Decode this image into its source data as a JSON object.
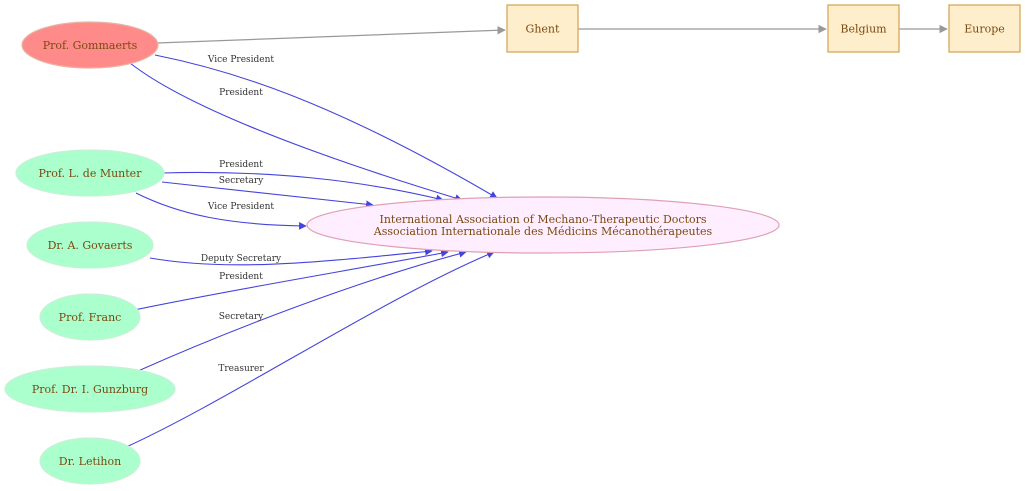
{
  "colors": {
    "person_highlight_fill": "#ff8a8a",
    "person_highlight_stroke": "#e8b4a0",
    "person_fill": "#aaffcc",
    "person_stroke": "#c8f0d8",
    "org_fill": "#ffeeff",
    "org_stroke": "#e0a0b0",
    "place_fill": "#ffeecc",
    "place_stroke": "#d4a050",
    "label_text": "#7a4a10",
    "role_edge": "#4444dd",
    "place_edge": "#999999"
  },
  "nodes": {
    "gommaerts": {
      "label": "Prof. Gommaerts",
      "kind": "highlight"
    },
    "munter": {
      "label": "Prof. L. de Munter",
      "kind": "person"
    },
    "govaerts": {
      "label": "Dr. A. Govaerts",
      "kind": "person"
    },
    "franc": {
      "label": "Prof. Franc",
      "kind": "person"
    },
    "gunzburg": {
      "label": "Prof. Dr. I. Gunzburg",
      "kind": "person"
    },
    "letihon": {
      "label": "Dr. Letihon",
      "kind": "person"
    },
    "association": {
      "label_lines": [
        "International Association of Mechano-Therapeutic Doctors",
        "Association Internationale des Médicins Mécanothérapeutes"
      ],
      "kind": "org"
    },
    "ghent": {
      "label": "Ghent",
      "kind": "place"
    },
    "belgium": {
      "label": "Belgium",
      "kind": "place"
    },
    "europe": {
      "label": "Europe",
      "kind": "place"
    }
  },
  "edges": [
    {
      "from": "gommaerts",
      "to": "ghent",
      "label": "",
      "kind": "place"
    },
    {
      "from": "ghent",
      "to": "belgium",
      "label": "",
      "kind": "place"
    },
    {
      "from": "belgium",
      "to": "europe",
      "label": "",
      "kind": "place"
    },
    {
      "from": "gommaerts",
      "to": "association",
      "label": "Vice President",
      "kind": "role"
    },
    {
      "from": "gommaerts",
      "to": "association",
      "label": "President",
      "kind": "role"
    },
    {
      "from": "munter",
      "to": "association",
      "label": "President",
      "kind": "role"
    },
    {
      "from": "munter",
      "to": "association",
      "label": "Secretary",
      "kind": "role"
    },
    {
      "from": "munter",
      "to": "association",
      "label": "Vice President",
      "kind": "role"
    },
    {
      "from": "govaerts",
      "to": "association",
      "label": "Deputy Secretary",
      "kind": "role"
    },
    {
      "from": "franc",
      "to": "association",
      "label": "President",
      "kind": "role"
    },
    {
      "from": "gunzburg",
      "to": "association",
      "label": "Secretary",
      "kind": "role"
    },
    {
      "from": "letihon",
      "to": "association",
      "label": "Treasurer",
      "kind": "role"
    }
  ]
}
